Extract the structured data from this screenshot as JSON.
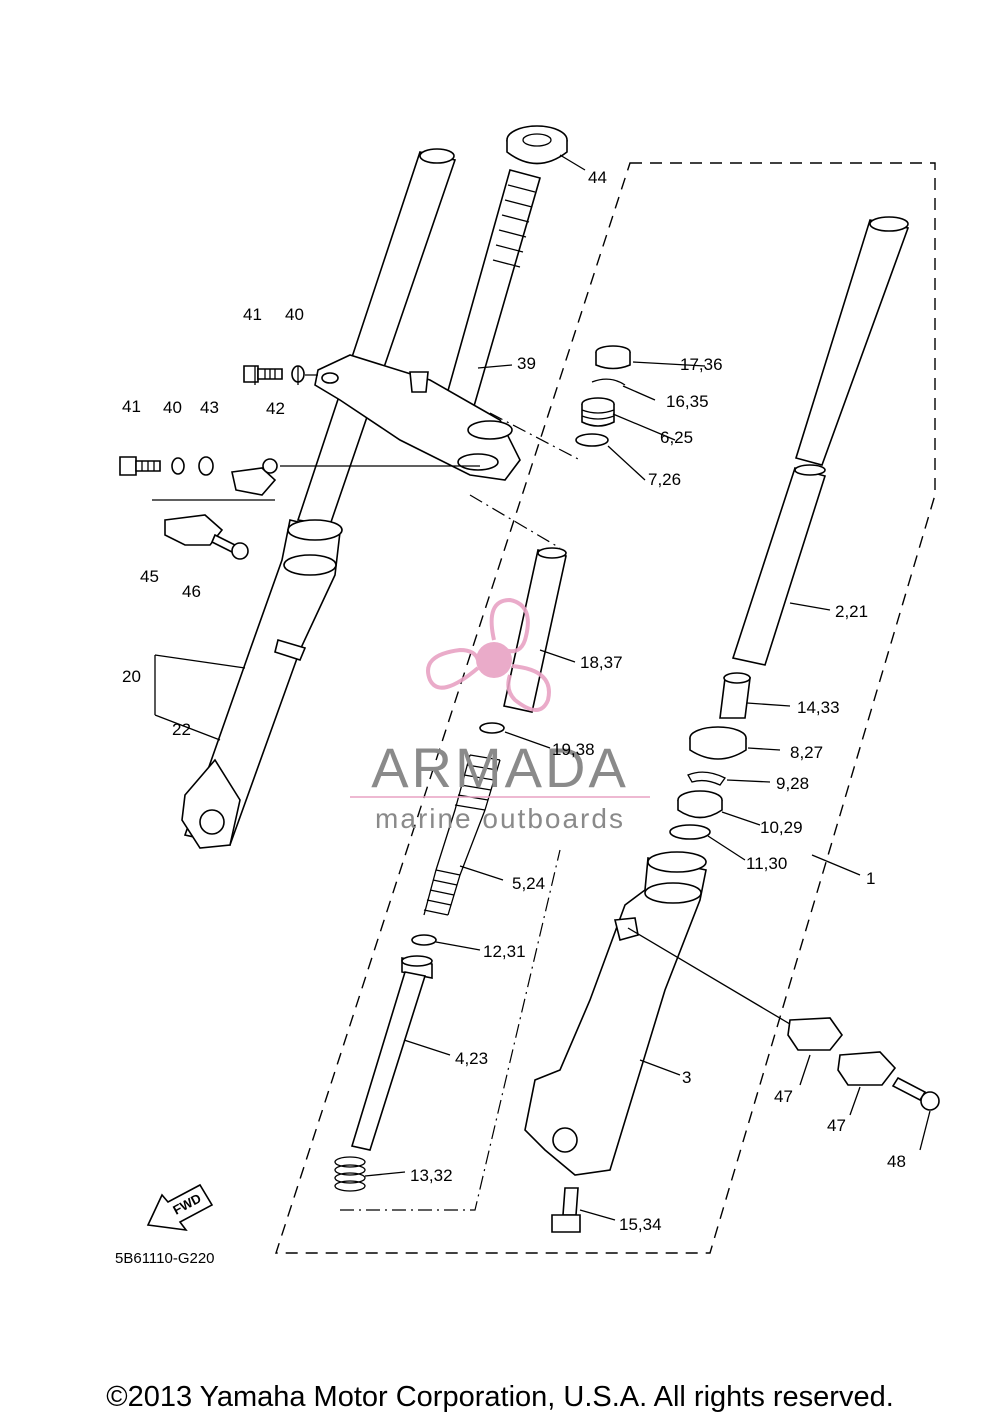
{
  "diagram_code": "5B61110-G220",
  "fwd_label": "FWD",
  "watermark": {
    "brand": "ARMADA",
    "tagline": "marine outboards",
    "brand_color": "#8a8a8a",
    "accent_color": "#e8a2c4"
  },
  "copyright": "©2013 Yamaha Motor Corporation, U.S.A. All rights reserved.",
  "callouts": {
    "c44": "44",
    "c41a": "41",
    "c40a": "40",
    "c39": "39",
    "c41b": "41",
    "c40b": "40",
    "c43": "43",
    "c42": "42",
    "c45": "45",
    "c46": "46",
    "c20": "20",
    "c22": "22",
    "c17_36": "17,36",
    "c16_35": "16,35",
    "c6_25": "6,25",
    "c7_26": "7,26",
    "c2_21": "2,21",
    "c18_37": "18,37",
    "c14_33": "14,33",
    "c19_38": "19,38",
    "c8_27": "8,27",
    "c9_28": "9,28",
    "c10_29": "10,29",
    "c11_30": "11,30",
    "c1": "1",
    "c5_24": "5,24",
    "c12_31": "12,31",
    "c4_23": "4,23",
    "c3": "3",
    "c47a": "47",
    "c47b": "47",
    "c48": "48",
    "c13_32": "13,32",
    "c15_34": "15,34"
  }
}
